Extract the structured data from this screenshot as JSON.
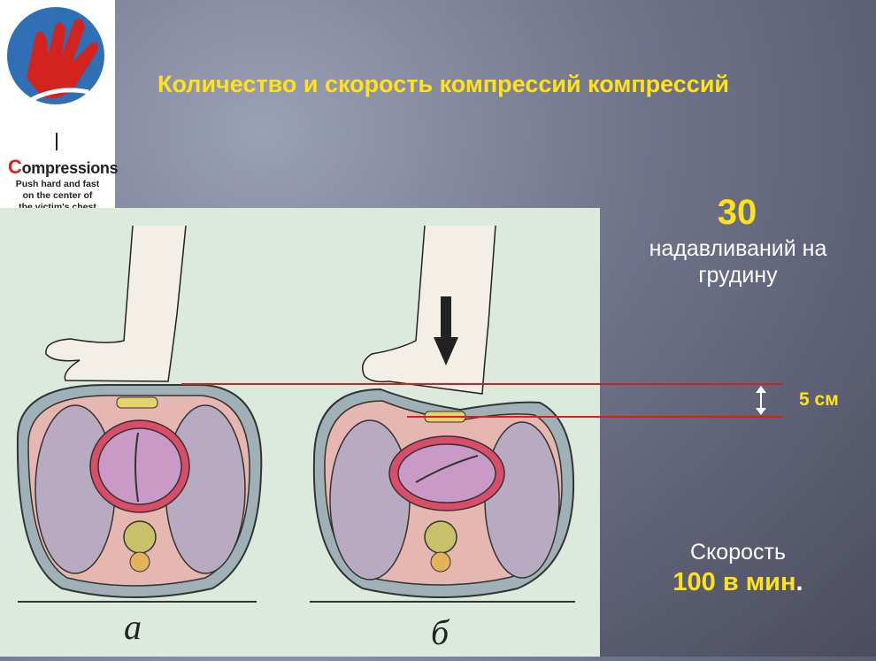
{
  "logo": {
    "title_first": "C",
    "title_rest": "ompressions",
    "subtitle_lines": [
      "Push hard and fast",
      "on the center of",
      "the victim's chest"
    ]
  },
  "heading": "Количество и скорость компрессий компрессий",
  "stat": {
    "number": "30",
    "label": "надавливаний на грудину"
  },
  "depth": {
    "label": "5 см"
  },
  "rate": {
    "label": "Скорость",
    "value": "100 в мин",
    "suffix": "."
  },
  "panels": {
    "a": "а",
    "b": "б"
  },
  "colors": {
    "accent": "#ffe21a",
    "marker_line": "#d21f1f",
    "illustration_bg": "#dce9dd"
  }
}
